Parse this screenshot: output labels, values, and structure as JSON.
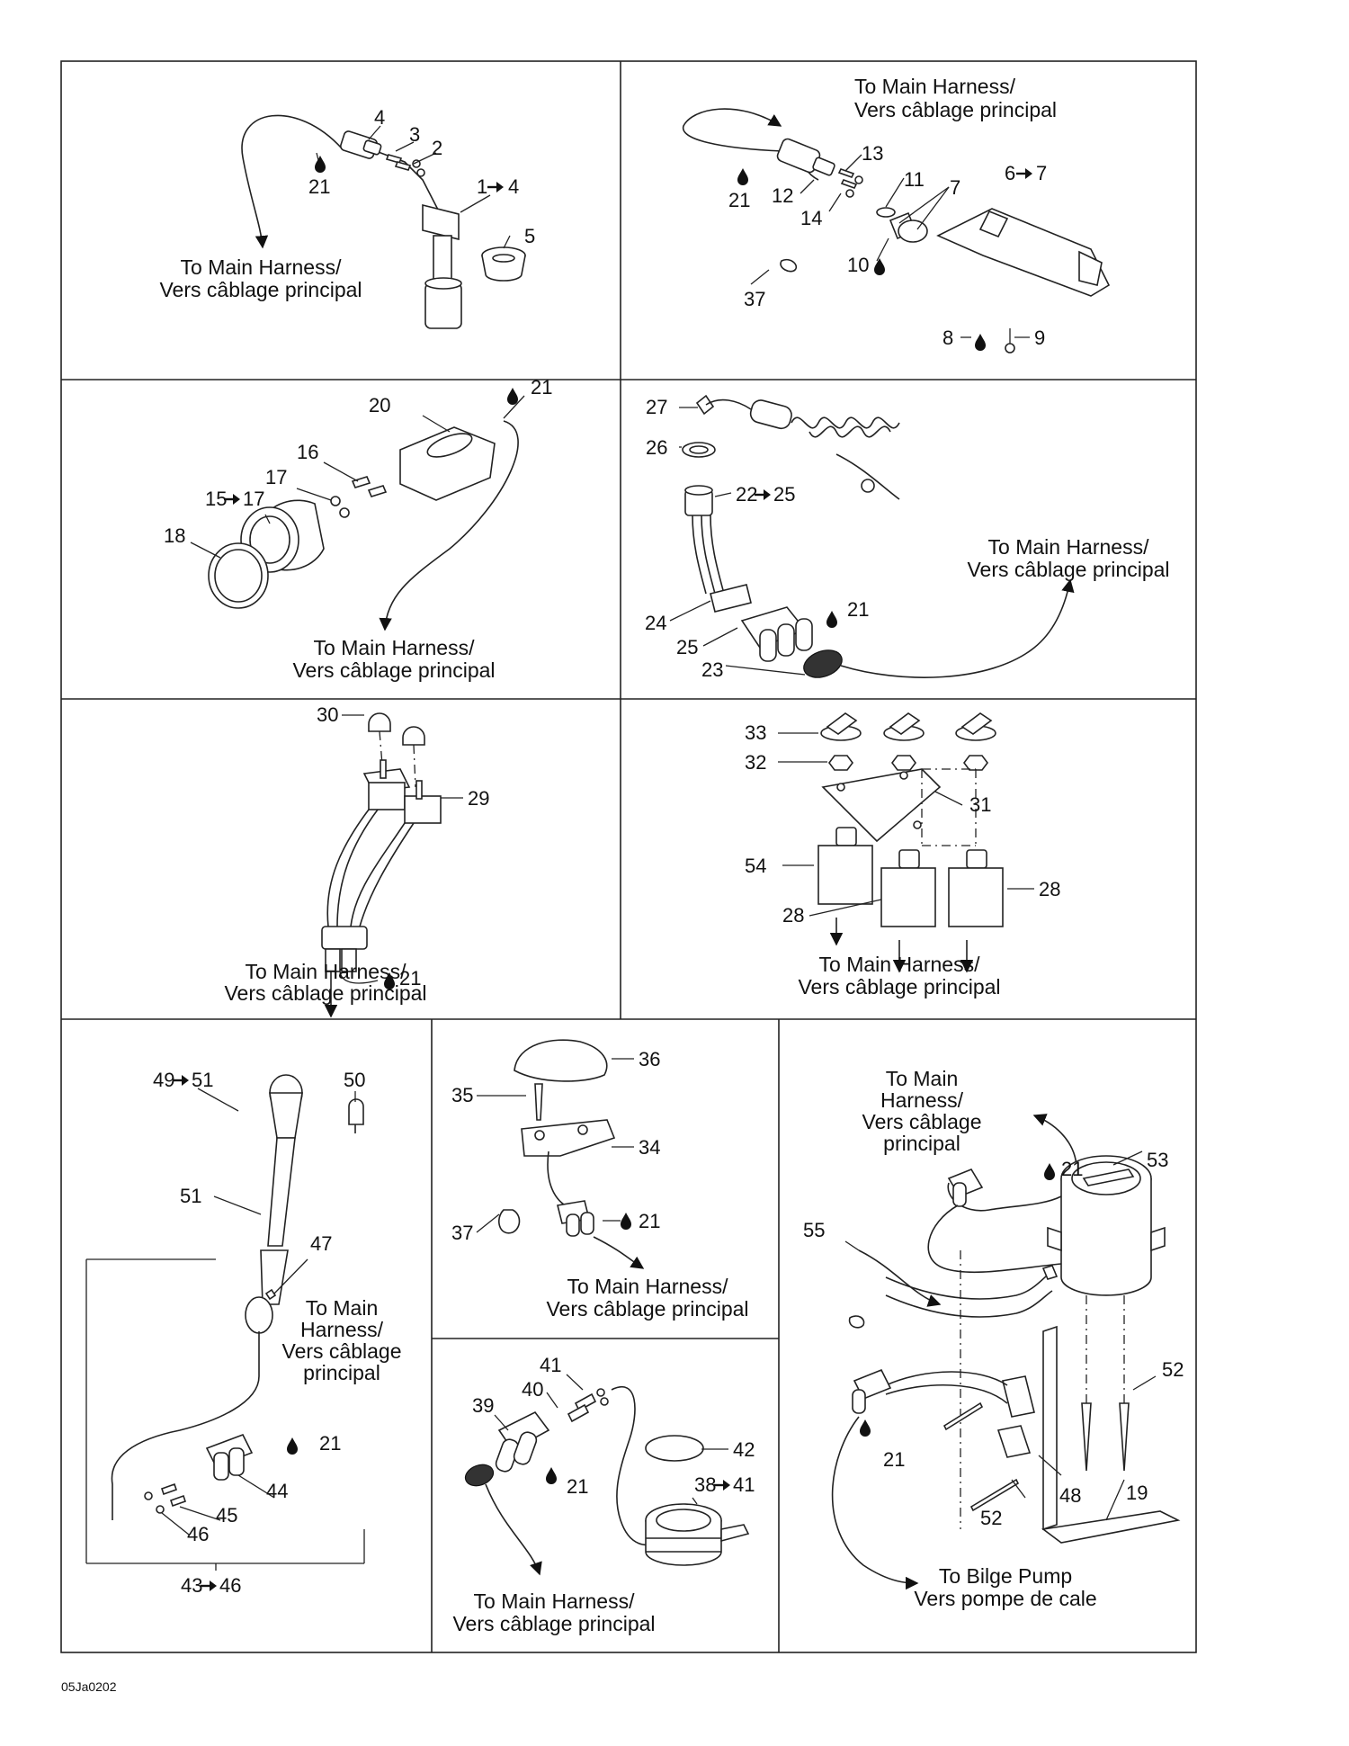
{
  "harness_en": "To Main Harness/",
  "harness_fr": "Vers câblage principal",
  "harness_short_1": "To Main",
  "harness_short_2": "Harness/",
  "harness_short_3": "Vers câblage",
  "harness_short_4": "principal",
  "bilge_en": "To Bilge Pump",
  "bilge_fr": "Vers pompe de cale",
  "drawing_code": "05Ja0202",
  "icons": [
    "drop-icon",
    "arrow-icon"
  ],
  "refs": {
    "p1": {
      "a": "4",
      "b": "3",
      "c": "2",
      "d": "21",
      "e": "1",
      "f": "4",
      "g": "5"
    },
    "p2": {
      "a": "13",
      "b": "11",
      "c": "7",
      "d": "6",
      "e": "7",
      "f": "21",
      "g": "12",
      "h": "14",
      "i": "10",
      "j": "37",
      "k": "8",
      "l": "9"
    },
    "p3": {
      "a": "20",
      "b": "21",
      "c": "16",
      "d": "17",
      "e": "15",
      "f": "17",
      "g": "18"
    },
    "p4": {
      "a": "27",
      "b": "26",
      "c": "22",
      "d": "25",
      "e": "24",
      "f": "25",
      "g": "23",
      "h": "21"
    },
    "p5": {
      "a": "30",
      "b": "29",
      "c": "21"
    },
    "p6": {
      "a": "33",
      "b": "32",
      "c": "31",
      "d": "54",
      "e": "28",
      "f": "28"
    },
    "p7": {
      "a": "49",
      "b": "51",
      "c": "50",
      "d": "51",
      "e": "47",
      "f": "21",
      "g": "44",
      "h": "45",
      "i": "46",
      "j": "43",
      "k": "46"
    },
    "p8": {
      "a": "36",
      "b": "35",
      "c": "34",
      "d": "37",
      "e": "21"
    },
    "p9": {
      "a": "41",
      "b": "40",
      "c": "39",
      "d": "42",
      "e": "38",
      "f": "41",
      "g": "21"
    },
    "p10": {
      "a": "53",
      "b": "21",
      "c": "55",
      "d": "52",
      "e": "21",
      "f": "52",
      "g": "48",
      "h": "19"
    }
  }
}
